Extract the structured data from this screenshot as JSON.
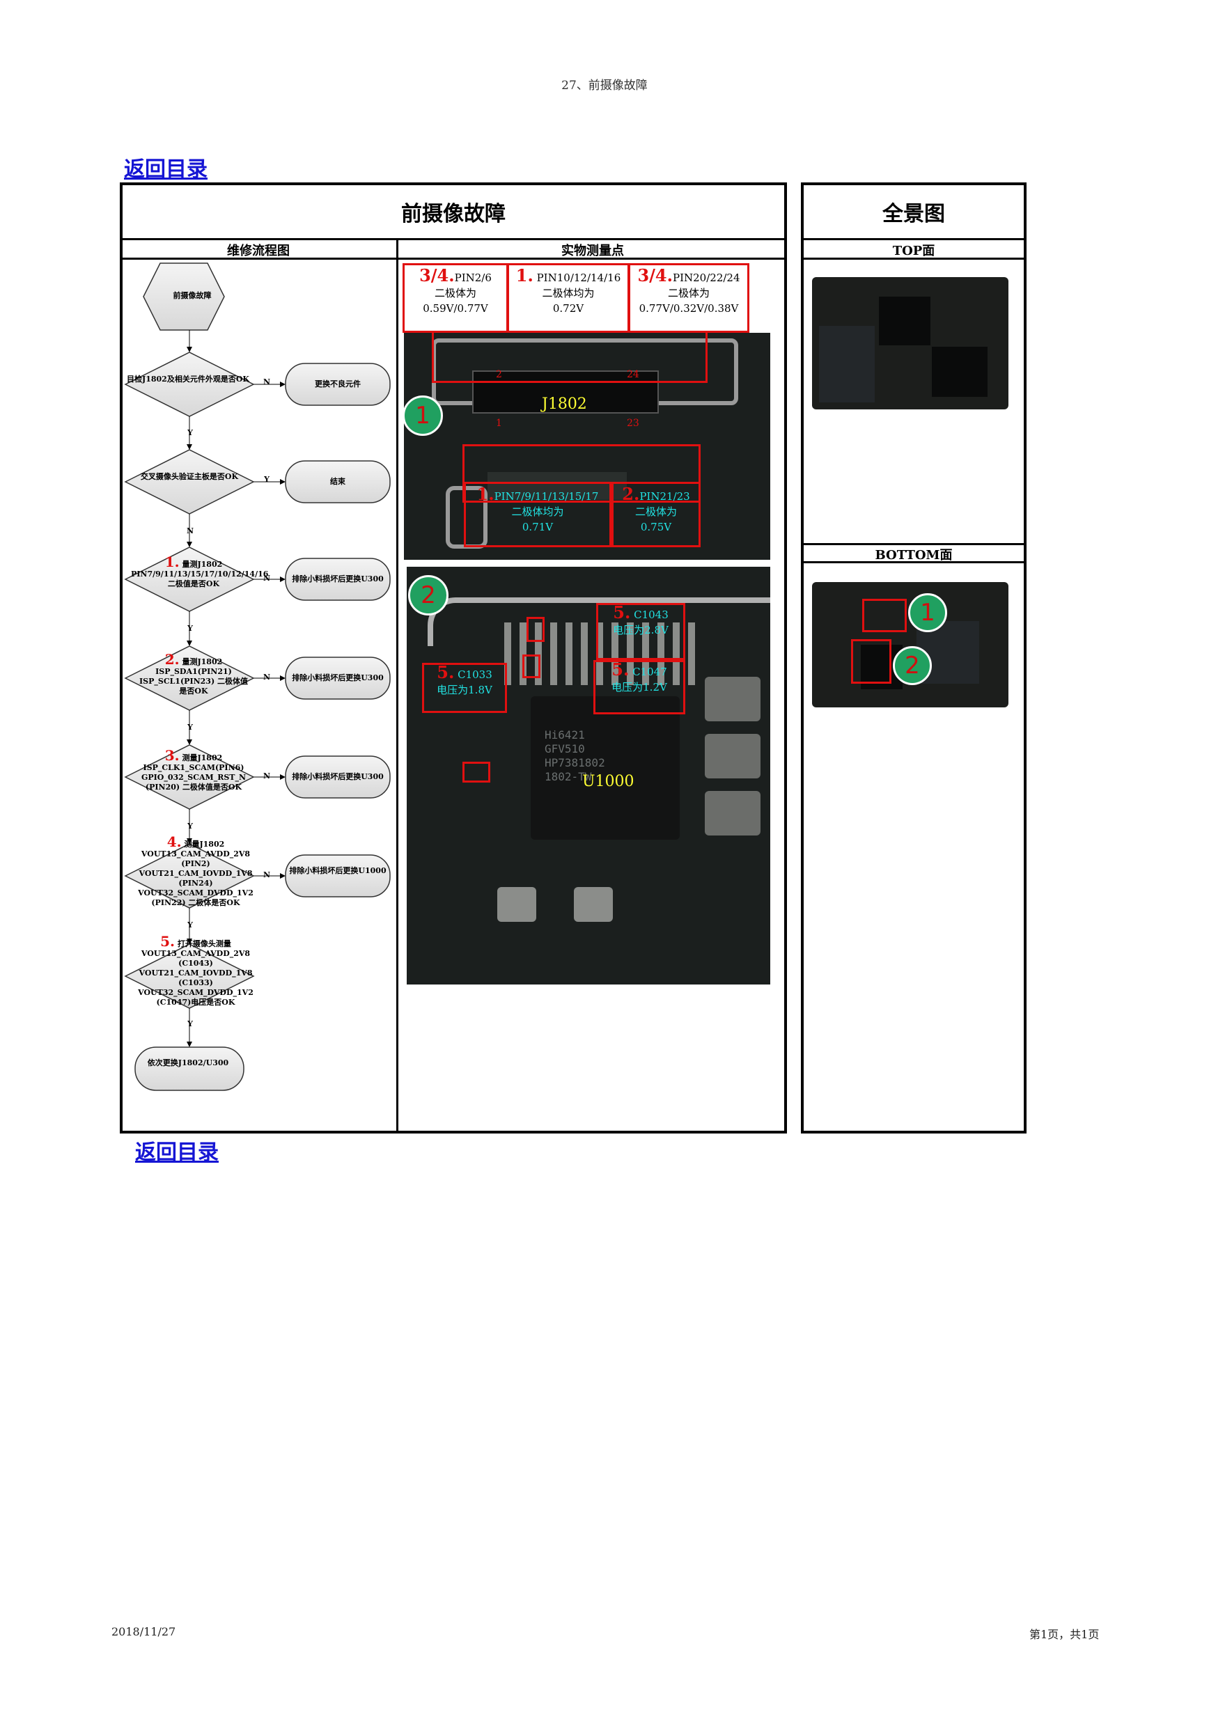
{
  "header": {
    "title": "27、前摄像故障"
  },
  "nav": {
    "back_top": "返回目录",
    "back_bottom": "返回目录"
  },
  "table": {
    "main_title": "前摄像故障",
    "panorama_title": "全景图",
    "col_flow": "维修流程图",
    "col_points": "实物测量点",
    "top_label": "TOP面",
    "bottom_label": "BOTTOM面"
  },
  "flowchart": {
    "start": "前摄像故障",
    "step_visual": "目检J1802及相关元件外观是否OK",
    "action_replace": "更换不良元件",
    "step_cross": "交叉摄像头验证主板是否OK",
    "action_end": "结束",
    "step1_num": "1.",
    "step1_title": "量测J1802",
    "step1_body": "PIN7/9/11/13/15/17/10/12/14/16二极值是否OK",
    "step1_action": "排除小料损坏后更换U300",
    "step2_num": "2.",
    "step2_title": "量测J1802",
    "step2_body": "ISP_SDA1(PIN21) ISP_SCL1(PIN23) 二极体值是否OK",
    "step2_action": "排除小料损坏后更换U300",
    "step3_num": "3.",
    "step3_title": "测量J1802",
    "step3_body": "ISP_CLK1_SCAM(PIN6) GPIO_032_SCAM_RST_N (PIN20) 二极体值是否OK",
    "step3_action": "排除小料损坏后更换U300",
    "step4_num": "4.",
    "step4_title": "测量J1802",
    "step4_body": "VOUT13_CAM_AVDD_2V8 (PIN2) VOUT21_CAM_IOVDD_1V8 (PIN24) VOUT32_SCAM_DVDD_1V2 (PIN22) 二极体是否OK",
    "step4_action": "排除小料损坏后更换U1000",
    "step5_num": "5.",
    "step5_title": "打开摄像头测量",
    "step5_body": "VOUT13_CAM_AVDD_2V8 (C1043) VOUT21_CAM_IOVDD_1V8 (C1033) VOUT32_SCAM_DVDD_1V2 (C1047)电压是否OK",
    "final": "依次更换J1802/U300",
    "label_yes": "Y",
    "label_no": "N"
  },
  "measure": {
    "ann_a_num": "3/4.",
    "ann_a_pins": "PIN2/6",
    "ann_a_l2": "二极体为",
    "ann_a_l3": "0.59V/0.77V",
    "ann_b_num": "1.",
    "ann_b_pins": "PIN10/12/14/16",
    "ann_b_l2": "二极体均为",
    "ann_b_l3": "0.72V",
    "ann_c_num": "3/4.",
    "ann_c_pins": "PIN20/22/24",
    "ann_c_l2": "二极体为",
    "ann_c_l3": "0.77V/0.32V/0.38V",
    "conn_label": "J1802",
    "pin_2": "2",
    "pin_24": "24",
    "pin_1": "1",
    "pin_23": "23",
    "ann_d_num": "1.",
    "ann_d_pins": "PIN7/9/11/13/15/17",
    "ann_d_l2": "二极体均为",
    "ann_d_l3": "0.71V",
    "ann_e_num": "2.",
    "ann_e_pins": "PIN21/23",
    "ann_e_l2": "二极体为",
    "ann_e_l3": "0.75V",
    "marker_1": "1",
    "marker_2": "2",
    "cap_c1043_num": "5.",
    "cap_c1043": "C1043",
    "cap_c1043_v": "电压为2.8V",
    "cap_c1033_num": "5.",
    "cap_c1033": "C1033",
    "cap_c1033_v": "电压为1.8V",
    "cap_c1047_num": "5.",
    "cap_c1047": "C1047",
    "cap_c1047_v": "电压为1.2V",
    "chip_label": "U1000",
    "chip_marks": [
      "Hi6421",
      "GFV510",
      "HP7381802",
      "1802-TW"
    ]
  },
  "panorama": {
    "marker_1": "1",
    "marker_2": "2"
  },
  "footer": {
    "date": "2018/11/27",
    "page": "第1页，共1页"
  },
  "colors": {
    "link": "#1515d4",
    "annotation_red": "#e01010",
    "value_cyan": "#21e3e3",
    "marker_green": "#20a060"
  }
}
